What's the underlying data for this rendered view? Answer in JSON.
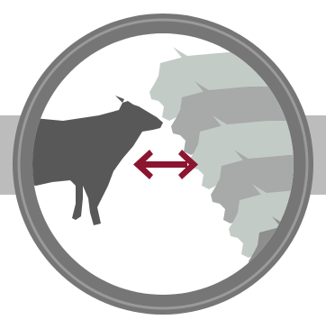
{
  "icon": {
    "name": "single-animal-versus-herd-icon",
    "single_animal": "bull-silhouette",
    "group": "herd-silhouettes",
    "connector": "double-headed-arrow"
  },
  "colors": {
    "background": "#ffffff",
    "band": "#bcbcbc",
    "ring": "#767676",
    "ring_highlight": "#9a9a9a",
    "inner": "#ffffff",
    "bull": "#585858",
    "herd_light": "#c3cbc7",
    "herd_mid": "#a7aaa9",
    "herd_dark": "#8e8e8e",
    "arrow": "#8b1530"
  }
}
